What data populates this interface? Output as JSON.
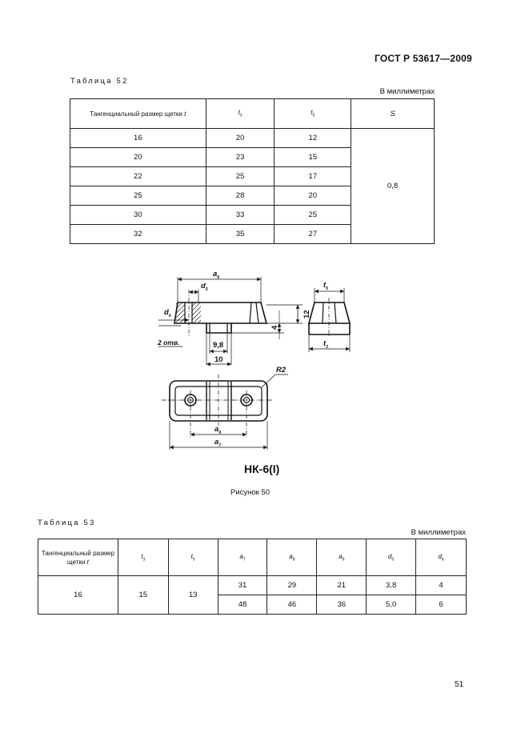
{
  "header": {
    "doc_code": "ГОСТ Р 53617—2009"
  },
  "table52": {
    "caption": "Таблица 52",
    "units": "В миллиметрах",
    "headers": {
      "t_label": "Тангенциальный размер щетки",
      "t_sym": "t",
      "t3": "3",
      "t5": "5",
      "s": "S"
    },
    "rows": [
      {
        "t": "16",
        "t3": "20",
        "t5": "12"
      },
      {
        "t": "20",
        "t3": "23",
        "t5": "15"
      },
      {
        "t": "22",
        "t3": "25",
        "t5": "17"
      },
      {
        "t": "25",
        "t3": "28",
        "t5": "20"
      },
      {
        "t": "30",
        "t3": "33",
        "t5": "25"
      },
      {
        "t": "32",
        "t3": "35",
        "t5": "27"
      }
    ],
    "s_value": "0,8"
  },
  "figure": {
    "dims": {
      "a8": "8",
      "d5": "5",
      "d6": "6",
      "two_holes": "2 отв.",
      "v98": "9,8",
      "v10": "10",
      "v12": "12",
      "v4": "4",
      "t3": "3",
      "t5": "5",
      "r2": "R2",
      "a9": "9",
      "a7": "7"
    },
    "label": "НК-6(I)",
    "caption": "Рисунок 50"
  },
  "table53": {
    "caption": "Таблица 53",
    "units": "В миллиметрах",
    "headers": {
      "t_label": "Тангенциальный размер щетки",
      "t_sym": "t",
      "t3": "3",
      "t5": "5",
      "a7": "7",
      "a8": "8",
      "a9": "9",
      "d5": "5",
      "d6": "6"
    },
    "t_value": "16",
    "t3_value": "15",
    "t5_value": "13",
    "rows": [
      {
        "a7": "31",
        "a8": "29",
        "a9": "21",
        "d5": "3,8",
        "d6": "4"
      },
      {
        "a7": "48",
        "a8": "46",
        "a9": "36",
        "d5": "5,0",
        "d6": "6"
      }
    ]
  },
  "page_number": "51"
}
